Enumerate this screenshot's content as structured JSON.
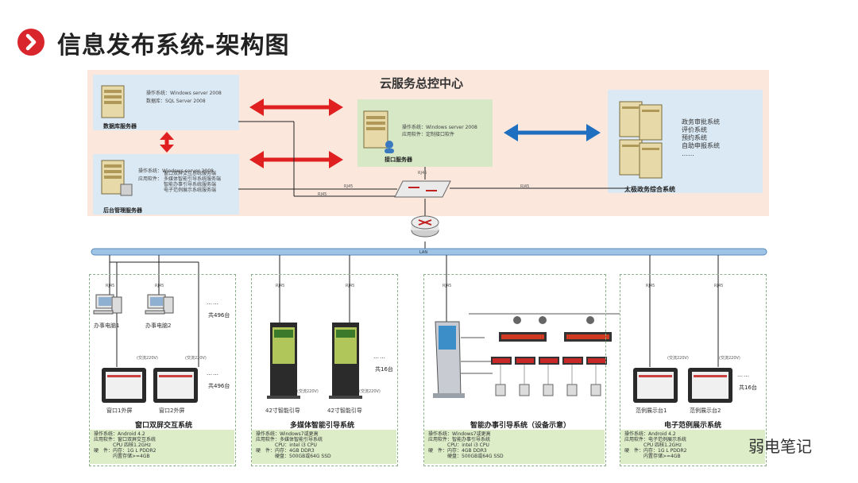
{
  "page": {
    "title": "信息发布系统-架构图"
  },
  "cloud": {
    "title": "云服务总控中心"
  },
  "db_server": {
    "label": "数据库服务器",
    "os_key": "操作系统：",
    "os_val": "Windows server 2008",
    "db_key": "数据库：",
    "db_val": "SQL Server 2008"
  },
  "admin_server": {
    "label": "后台管理服务器",
    "os_key": "操作系统：",
    "os_val": "Windows server 2008",
    "sw_key": "应用软件：",
    "sw_lines": [
      "窗口双屏交互系统服务端",
      "多媒体智能引导系统服务端",
      "智能办事引导系统服务端",
      "电子范例展示系统服务端"
    ]
  },
  "interface_server": {
    "label": "接口服务器",
    "os_key": "操作系统：",
    "os_val": "Windows server 2008",
    "sw_key": "应用软件：",
    "sw_val": "定制接口软件"
  },
  "taiji": {
    "label": "太极政务综合系统",
    "items": [
      "政务审批系统",
      "评价系统",
      "预约系统",
      "自助申报系统",
      "……"
    ]
  },
  "network": {
    "lan": "LAN",
    "rj45": "RJ45"
  },
  "sys1": {
    "name": "窗口双屏交互系统",
    "pc1": "办事电脑1",
    "pc2": "办事电脑2",
    "pc_count": "共496台",
    "screen1": "窗口1外屏",
    "screen2": "窗口2外屏",
    "screen_count": "共496台",
    "power": "(交流220V)",
    "dots": "……",
    "specs": [
      {
        "k": "操作系统：",
        "v": "Android 4.2"
      },
      {
        "k": "应用软件：",
        "v": "窗口双屏交互系统"
      },
      {
        "k": "",
        "v": "CPU 四核1.2GHz"
      },
      {
        "k": "硬　件：",
        "v": "内存：1G L PDDR2"
      },
      {
        "k": "",
        "v": "内置存储>=4GB"
      }
    ]
  },
  "sys2": {
    "name": "多媒体智能引导系统",
    "dev1": "42寸智能引导",
    "dev2": "42寸智能引导",
    "count": "共16台",
    "power": "(交流220V)",
    "dots": "……",
    "specs": [
      {
        "k": "操作系统：",
        "v": "Windows7或更高"
      },
      {
        "k": "应用软件：",
        "v": "多媒体智能引导系统"
      },
      {
        "k": "",
        "v": "CPU：intel i3 CPU"
      },
      {
        "k": "硬　件：",
        "v": "内存：4GB DDR3"
      },
      {
        "k": "",
        "v": "硬盘：500GB或64G SSD"
      }
    ]
  },
  "sys3": {
    "name": "智能办事引导系统（设备示意）",
    "specs": [
      {
        "k": "操作系统：",
        "v": "Windows7或更高"
      },
      {
        "k": "应用软件：",
        "v": "智能办事引导系统"
      },
      {
        "k": "",
        "v": "CPU：intel i3 CPU"
      },
      {
        "k": "硬　件：",
        "v": "内存：4GB DDR3"
      },
      {
        "k": "",
        "v": "硬盘：500GB或64G SSD"
      }
    ]
  },
  "sys4": {
    "name": "电子范例展示系统",
    "dev1": "范例展示台1",
    "dev2": "范例展示台2",
    "count": "共16台",
    "power": "(交流220V)",
    "dots": "……",
    "specs": [
      {
        "k": "操作系统：",
        "v": "Android 4.2"
      },
      {
        "k": "应用软件：",
        "v": "电子范例展示系统"
      },
      {
        "k": "",
        "v": "CPU 四核1.2GHz"
      },
      {
        "k": "硬　件：",
        "v": "内存：1G L PDDR2"
      },
      {
        "k": "",
        "v": "内置存储>=4GB"
      }
    ]
  },
  "watermark": {
    "text": "弱电笔记"
  },
  "colors": {
    "accent_red": "#d8262c",
    "arrow_red": "#e02020",
    "arrow_blue": "#1f6fc0",
    "lan_blue": "#9fc3e4"
  }
}
